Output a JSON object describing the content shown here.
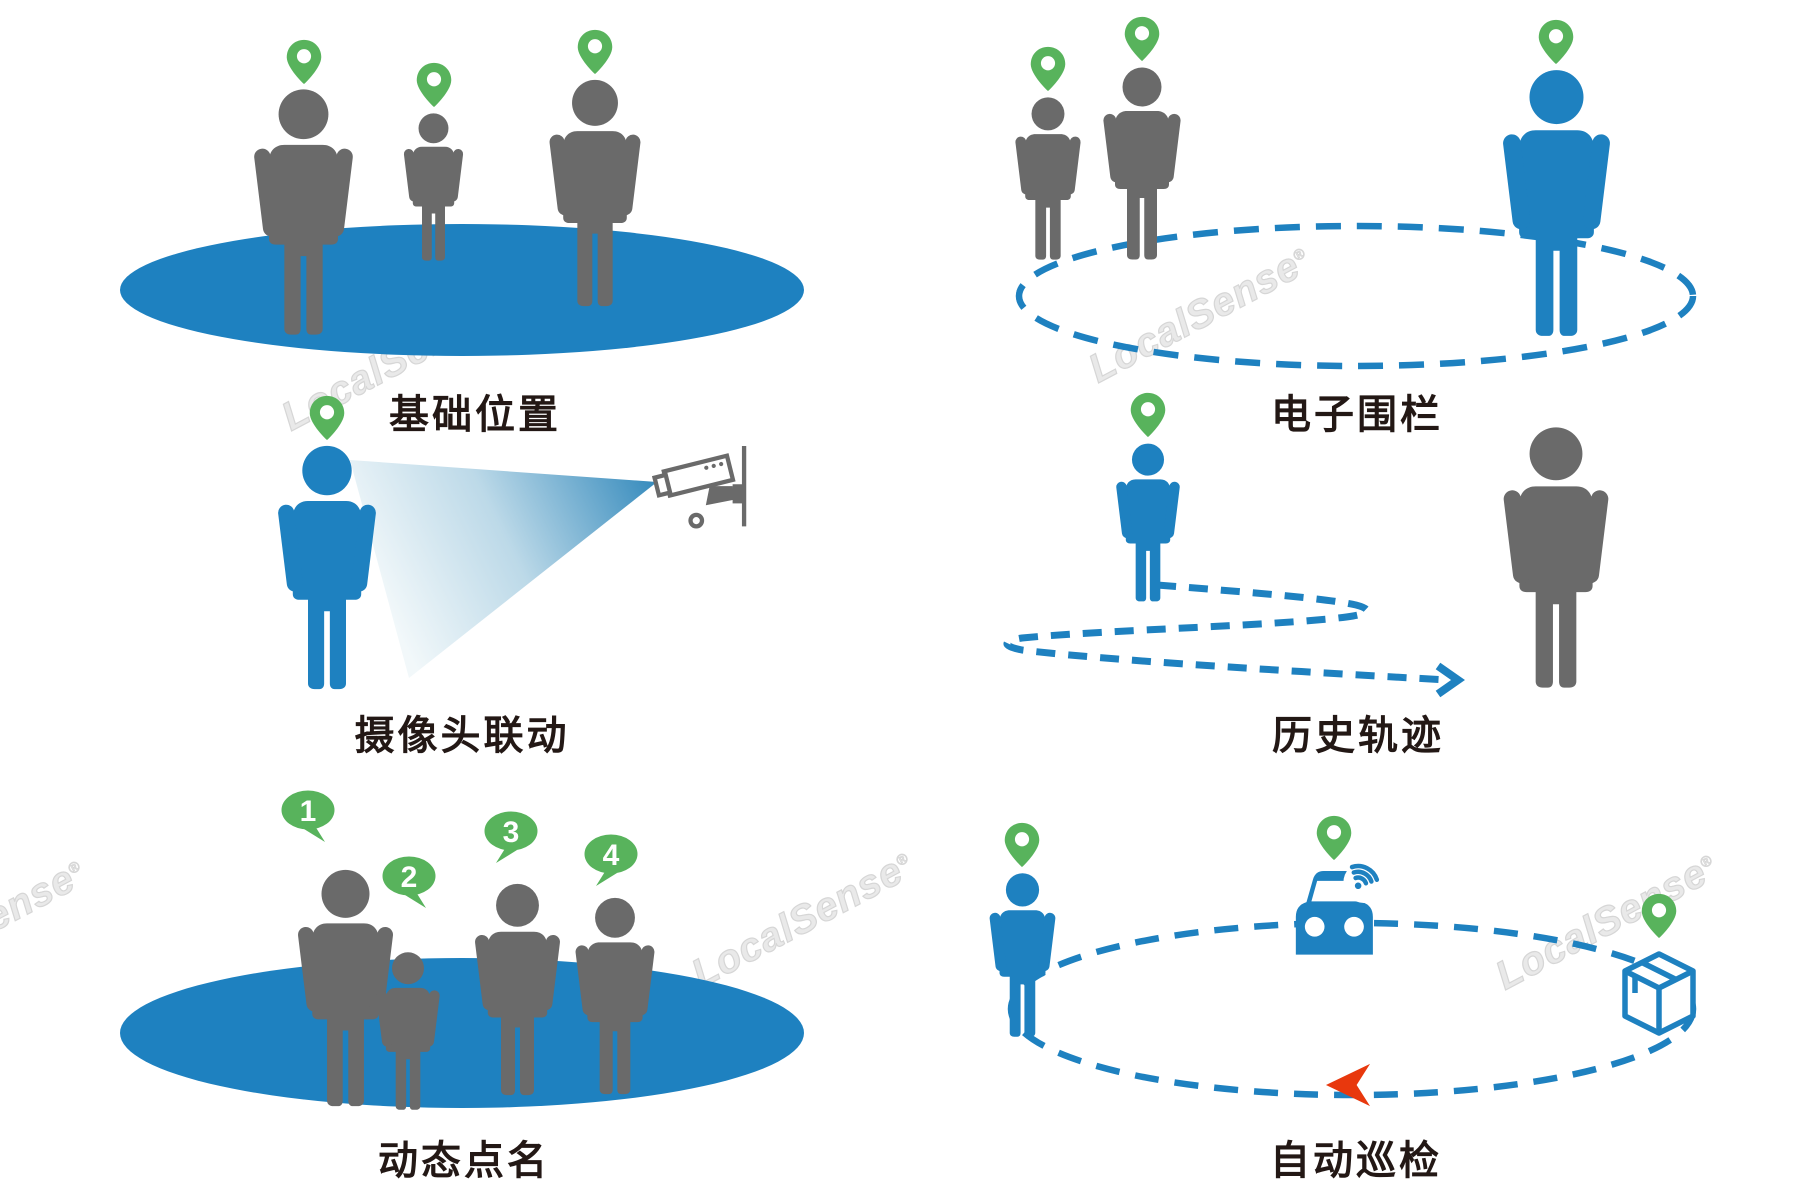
{
  "brand": {
    "watermark_text": "LocalSense",
    "registered_mark": "®"
  },
  "colors": {
    "blue": "#1e81c0",
    "gray": "#6a6a6a",
    "green": "#58b35c",
    "red": "#e8380d",
    "label": "#231815",
    "watermark": "#e9e9e9",
    "cone-dark": "#2e86ba",
    "cone-light": "#f2f8fa"
  },
  "panels": [
    {
      "id": "basic-location",
      "label": "基础位置"
    },
    {
      "id": "electronic-fence",
      "label": "电子围栏"
    },
    {
      "id": "camera-linkage",
      "label": "摄像头联动"
    },
    {
      "id": "history-track",
      "label": "历史轨迹"
    },
    {
      "id": "dynamic-rollcall",
      "label": "动态点名",
      "badges": [
        "1",
        "2",
        "3",
        "4"
      ]
    },
    {
      "id": "auto-inspection",
      "label": "自动巡检"
    }
  ]
}
